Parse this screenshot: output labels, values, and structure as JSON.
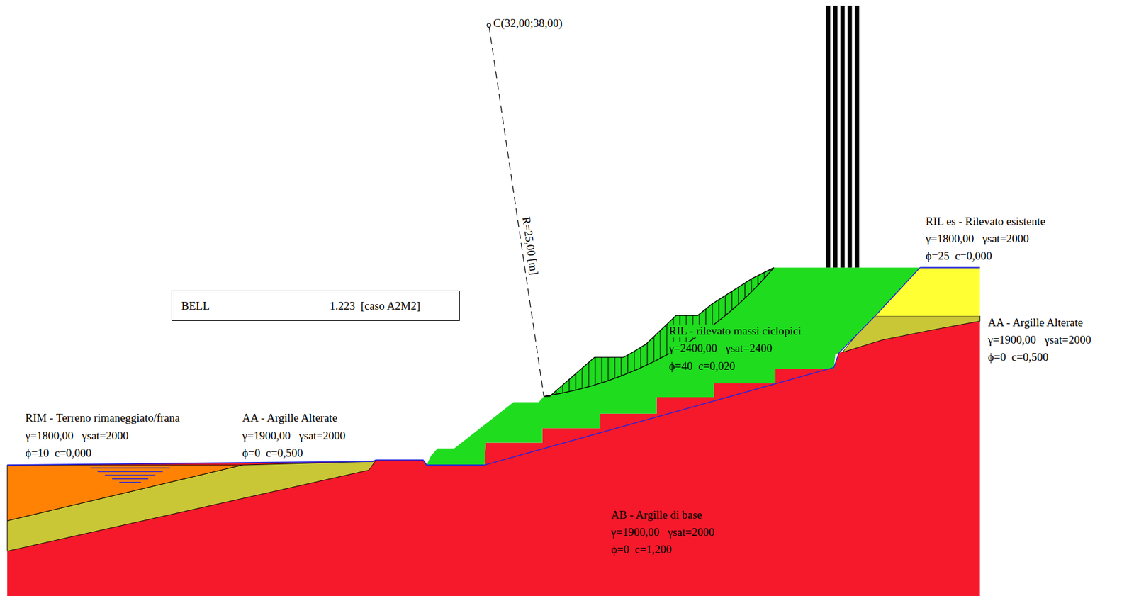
{
  "diagram": {
    "nodes": [
      {
        "text": [
          "BELL",
          "1.223  [caso A2M2]"
        ]
      }
    ],
    "labels": [
      "C(32,00;38,00)",
      "R=25,00 [m]",
      "RIL es - Rilevato esistente",
      "γ=1800,00   γsat=2000",
      "ϕ=25  c=0,000",
      "AA - Argille Alterate",
      "γ=1900,00   γsat=2000",
      "ϕ=0  c=0,500",
      "RIL - rilevato massi ciclopici",
      "γ=2400,00   γsat=2400",
      "ϕ=40  c=0,020",
      "RIM - Terreno rimaneggiato/frana",
      "γ=1800,00   γsat=2000",
      "ϕ=10  c=0,000",
      "AA - Argille Alterate",
      "γ=1900,00   γsat=2000",
      "ϕ=0  c=0,500",
      "AB - Argille di base",
      "γ=1900,00   γsat=2000",
      "ϕ=0  c=1,200"
    ]
  }
}
